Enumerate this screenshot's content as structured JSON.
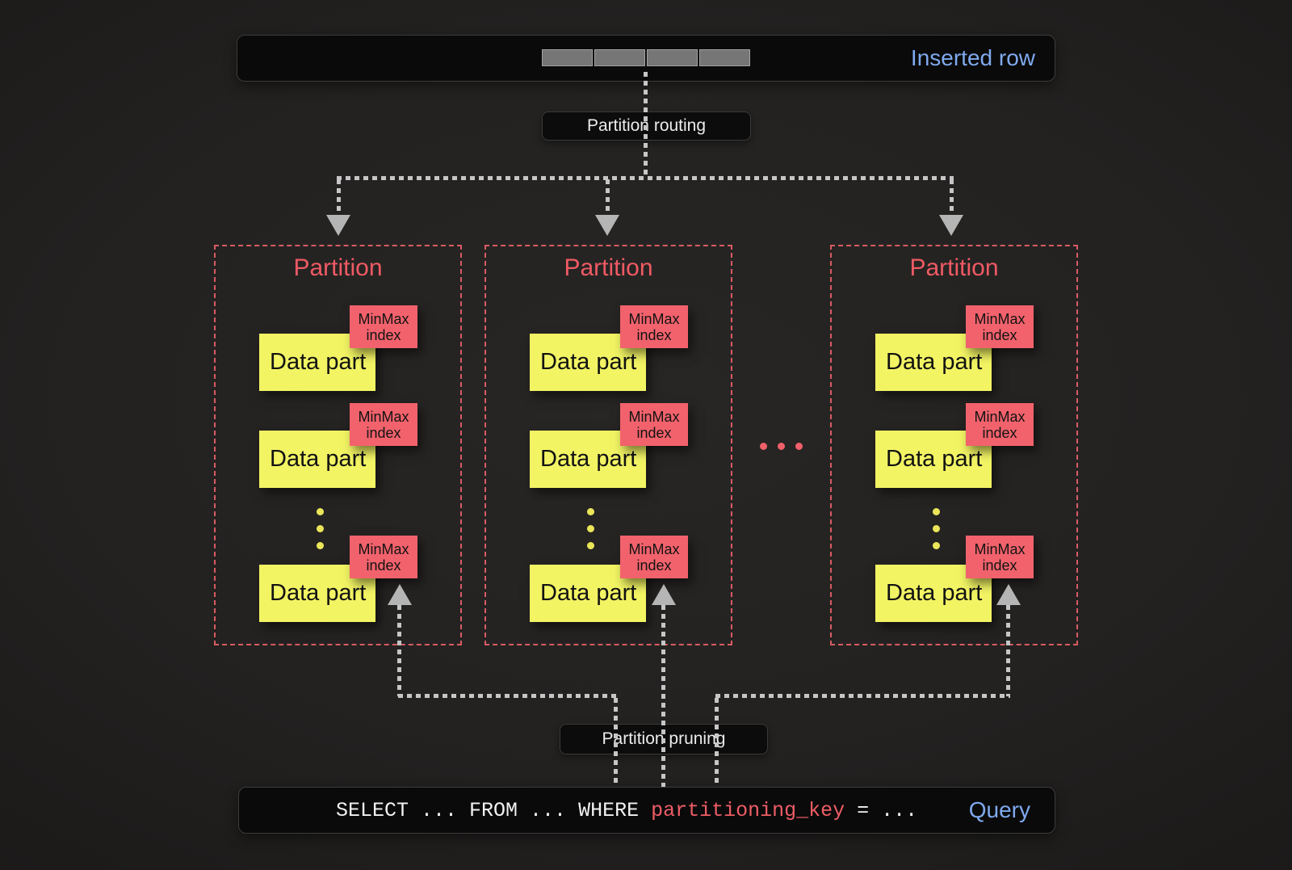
{
  "inserted_row": {
    "label": "Inserted row",
    "segment_count": 4
  },
  "flow": {
    "routing_label": "Partition routing",
    "pruning_label": "Partition pruning"
  },
  "partitions": [
    {
      "title": "Partition",
      "parts": [
        {
          "label": "Data part",
          "index_label": "MinMax index"
        },
        {
          "label": "Data part",
          "index_label": "MinMax index"
        },
        {
          "label": "Data part",
          "index_label": "MinMax index"
        }
      ]
    },
    {
      "title": "Partition",
      "parts": [
        {
          "label": "Data part",
          "index_label": "MinMax index"
        },
        {
          "label": "Data part",
          "index_label": "MinMax index"
        },
        {
          "label": "Data part",
          "index_label": "MinMax index"
        }
      ]
    },
    {
      "title": "Partition",
      "parts": [
        {
          "label": "Data part",
          "index_label": "MinMax index"
        },
        {
          "label": "Data part",
          "index_label": "MinMax index"
        },
        {
          "label": "Data part",
          "index_label": "MinMax index"
        }
      ]
    }
  ],
  "query": {
    "sql_before_key": "SELECT ... FROM ... WHERE ",
    "sql_key": "partitioning_key",
    "sql_after_key": " = ...",
    "label": "Query"
  },
  "colors": {
    "accent_blue": "#7fa9ee",
    "partition_red": "#f05a64",
    "data_part_yellow": "#f2f464",
    "minmax_red": "#f2626c",
    "arrow_gray": "#c6c6c6",
    "pill_background": "#0a0a0a"
  }
}
